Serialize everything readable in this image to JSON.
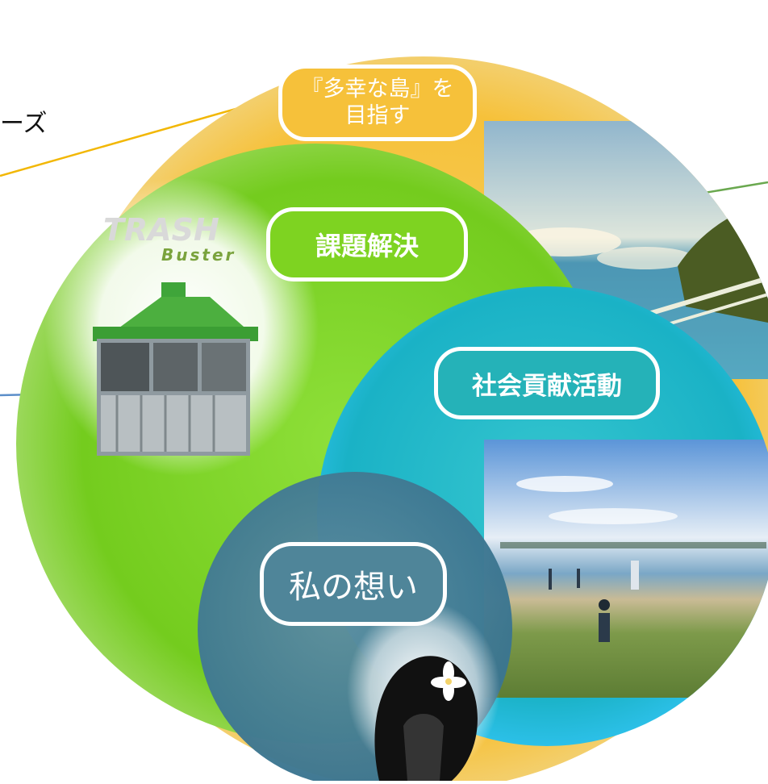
{
  "left_caption": "ーズ",
  "labels": {
    "outer": {
      "line1": "『多幸な島』を",
      "line2": "目指す"
    },
    "solve": "課題解決",
    "contribute": "社会貢献活動",
    "feeling": "私の想い"
  },
  "logo": {
    "line1": "TRASH",
    "line2": "Buster"
  },
  "colors": {
    "outer": "#f6c13a",
    "green": "#7ed321",
    "teal": "#22b8c9",
    "inner": "#4a7f8f",
    "yellow_line": "#f2b705",
    "green_line": "#6aa84f",
    "blue_line": "#5b8ec9"
  },
  "icons": [
    "trash-buster-machine",
    "ocean-photo",
    "beach-cleanup-photo",
    "girl-silhouette",
    "flower-icon"
  ]
}
